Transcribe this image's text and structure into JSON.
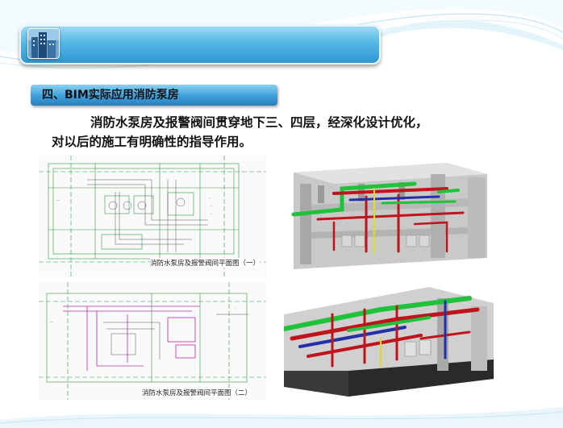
{
  "section": {
    "title": "四、BIM实际应用消防泵房"
  },
  "body": {
    "line1": "消防水泵房及报警阀间贯穿地下三、四层，经深化设计优化，",
    "line2": "对以后的施工有明确性的指导作用。"
  },
  "figures": {
    "plan1_caption": "消防水泵房及报警阀间平面图（一）",
    "plan2_caption": "消防水泵房及报警阀间平面图（二）"
  },
  "colors": {
    "header_blue": "#3aa6dd",
    "pipe_red": "#c0141c",
    "pipe_green": "#1fc23a",
    "pipe_blue": "#2430a8",
    "plan_green": "#2e9a3c",
    "plan_magenta": "#c02ab0"
  }
}
